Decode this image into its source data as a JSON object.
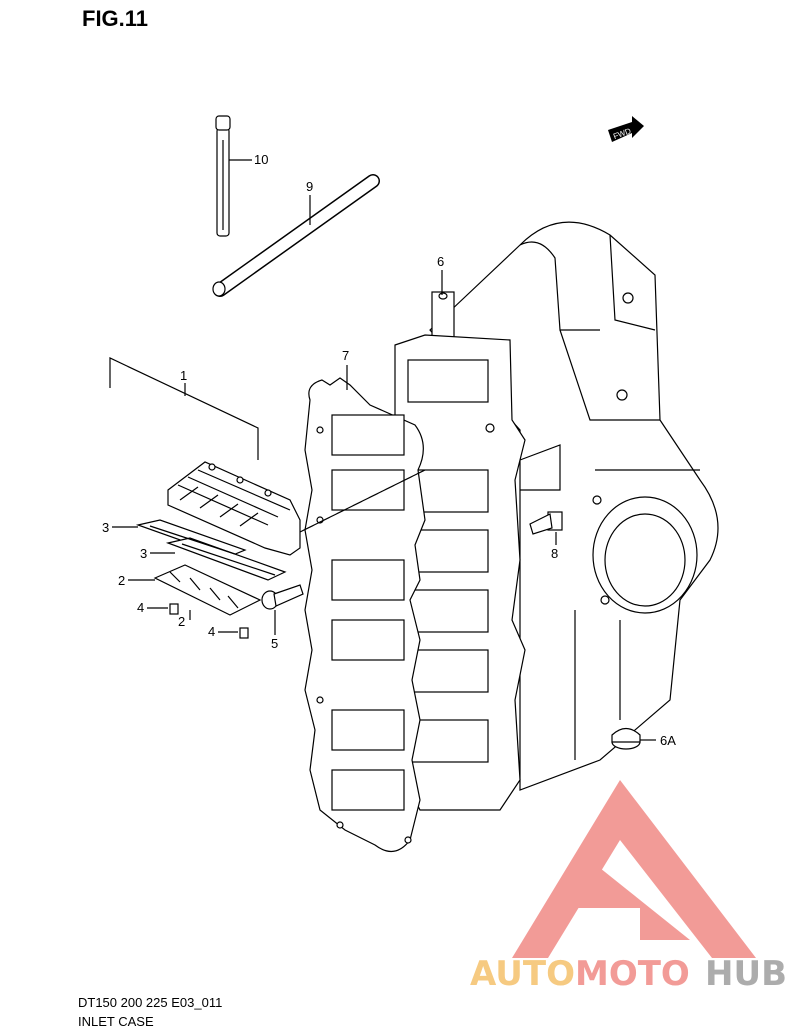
{
  "figure_label": "FIG.11",
  "fwd_label": "FWD",
  "footer": {
    "code": "DT150 200 225 E03_011",
    "name": "INLET CASE"
  },
  "callouts": [
    "1",
    "2",
    "2",
    "3",
    "3",
    "4",
    "4",
    "5",
    "6",
    "6A",
    "7",
    "8",
    "9",
    "10"
  ],
  "watermark": {
    "part1": "AUTO",
    "part2": "MOTO",
    "part3": "HUB",
    "color_red": "#f08a86",
    "color_yellow": "#f5c16c",
    "color_gray": "#9e9e9e"
  }
}
